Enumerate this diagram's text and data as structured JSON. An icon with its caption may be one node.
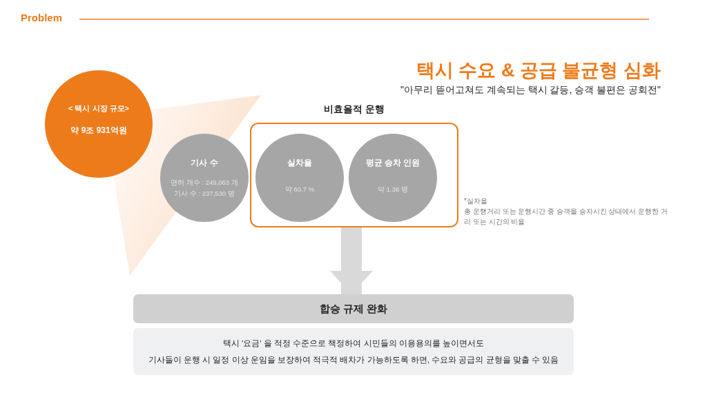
{
  "diagram": {
    "title": "택시 수요 & 공급 불균형 심화",
    "nodes": [
      {
        "text": [
          "< 택시 시장 규모>",
          "약 9조 931억원"
        ]
      },
      {
        "text": [
          "기사 수",
          "면허 개수 : 249,063 개",
          "기사 수 : 237,530 명"
        ]
      },
      {
        "text": [
          "비효율적 운행"
        ]
      },
      {
        "text": [
          "실차율",
          "약 60.7 %"
        ],
        "in": 2
      },
      {
        "text": [
          "평균 승차 인원",
          "약 1.38 명"
        ],
        "in": 2
      },
      {
        "text": [
          "합승 규제 완화"
        ]
      },
      {
        "text": [
          "택시 '요금' 을 적정 수준으로 책정하여 시민들의 이용용의를 높이면서도",
          "기사들이 운행 시 일정 이상 운임을 보장하여 적극적 배차가 가능하도록 하면, 수요와 공급의 균형을 맞출 수 있음"
        ]
      }
    ],
    "edges": [
      {
        "from": 2,
        "to": 5,
        "arrow": "to"
      }
    ],
    "labels": [
      "Problem",
      "\"아무리 뜯어고쳐도 계속되는 택시 갈등, 승객 불편은 공회전\"",
      "*실차율",
      "총 운행거리 또는 운행시간 중 승객을 승차시킨 상태에서 운행한 거리 또는 시간의 비율"
    ]
  }
}
